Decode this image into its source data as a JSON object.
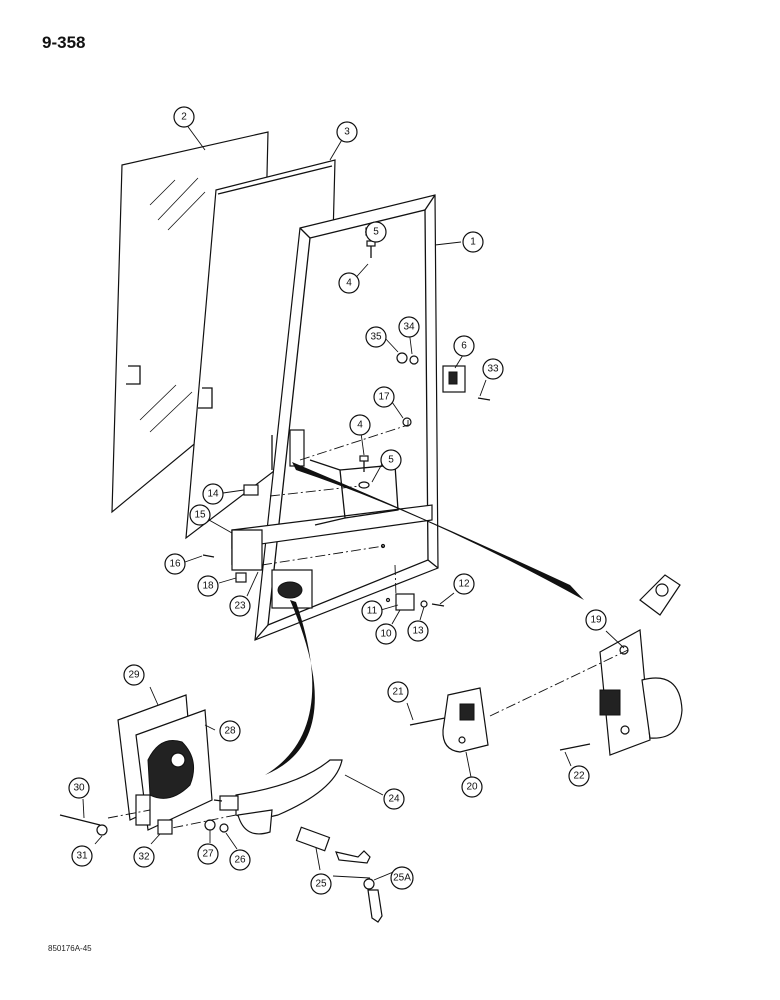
{
  "page_number": "9-358",
  "figure_code": "850176A-45",
  "callouts": [
    {
      "id": "c2",
      "label": "2"
    },
    {
      "id": "c3",
      "label": "3"
    },
    {
      "id": "c1",
      "label": "1"
    },
    {
      "id": "c5a",
      "label": "5"
    },
    {
      "id": "c4a",
      "label": "4"
    },
    {
      "id": "c35",
      "label": "35"
    },
    {
      "id": "c34",
      "label": "34"
    },
    {
      "id": "c6",
      "label": "6"
    },
    {
      "id": "c33",
      "label": "33"
    },
    {
      "id": "c17",
      "label": "17"
    },
    {
      "id": "c4b",
      "label": "4"
    },
    {
      "id": "c5b",
      "label": "5"
    },
    {
      "id": "c14",
      "label": "14"
    },
    {
      "id": "c15",
      "label": "15"
    },
    {
      "id": "c16",
      "label": "16"
    },
    {
      "id": "c18",
      "label": "18"
    },
    {
      "id": "c23",
      "label": "23"
    },
    {
      "id": "c12",
      "label": "12"
    },
    {
      "id": "c11",
      "label": "11"
    },
    {
      "id": "c10",
      "label": "10"
    },
    {
      "id": "c13",
      "label": "13"
    },
    {
      "id": "c19",
      "label": "19"
    },
    {
      "id": "c21",
      "label": "21"
    },
    {
      "id": "c20",
      "label": "20"
    },
    {
      "id": "c22",
      "label": "22"
    },
    {
      "id": "c29",
      "label": "29"
    },
    {
      "id": "c28",
      "label": "28"
    },
    {
      "id": "c30",
      "label": "30"
    },
    {
      "id": "c31",
      "label": "31"
    },
    {
      "id": "c32",
      "label": "32"
    },
    {
      "id": "c27",
      "label": "27"
    },
    {
      "id": "c26",
      "label": "26"
    },
    {
      "id": "c24",
      "label": "24"
    },
    {
      "id": "c25",
      "label": "25"
    },
    {
      "id": "c25a",
      "label": "25A"
    }
  ]
}
